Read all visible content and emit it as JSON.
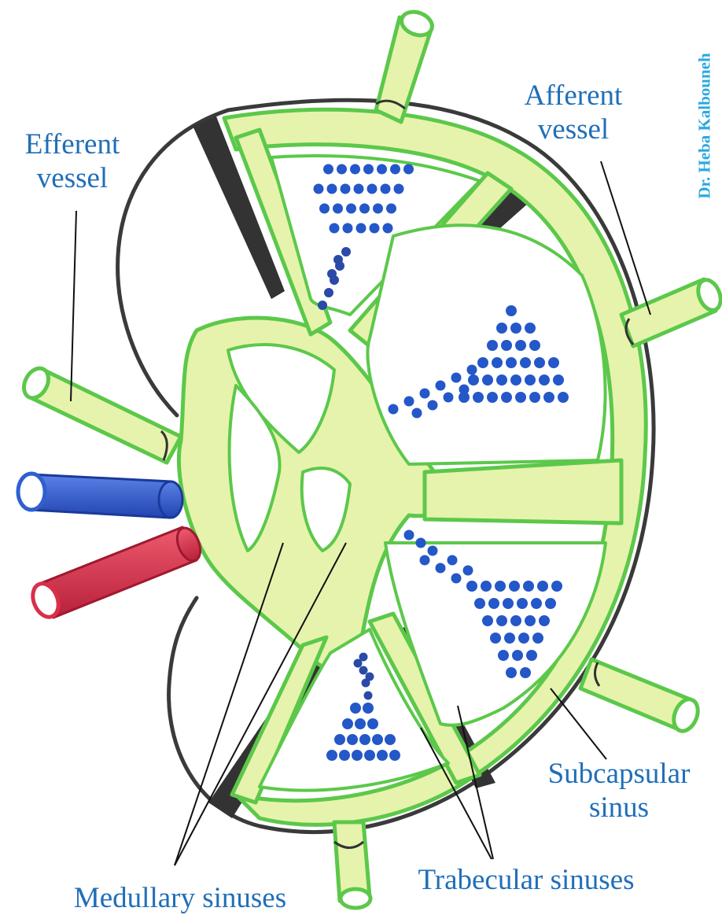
{
  "credit": "Dr. Heba Kalbouneh",
  "labels": {
    "efferent_vessel": [
      "Efferent",
      "vessel"
    ],
    "afferent_vessel": [
      "Afferent",
      "vessel"
    ],
    "subcapsular_sinus": [
      "Subcapsular",
      "sinus"
    ],
    "trabecular_sinuses": "Trabecular sinuses",
    "medullary_sinuses": "Medullary sinuses"
  },
  "colors": {
    "label_text": "#1f6fb8",
    "credit_text": "#2aa8e0",
    "sinus_fill": "#e6f3ad",
    "sinus_outline": "#5cc84a",
    "trabecula": "#3a3a3a",
    "capsule": "#3a3a3a",
    "lymphocyte": "#2457c8",
    "vein": "#2f5fd0",
    "artery": "#d8304a"
  }
}
